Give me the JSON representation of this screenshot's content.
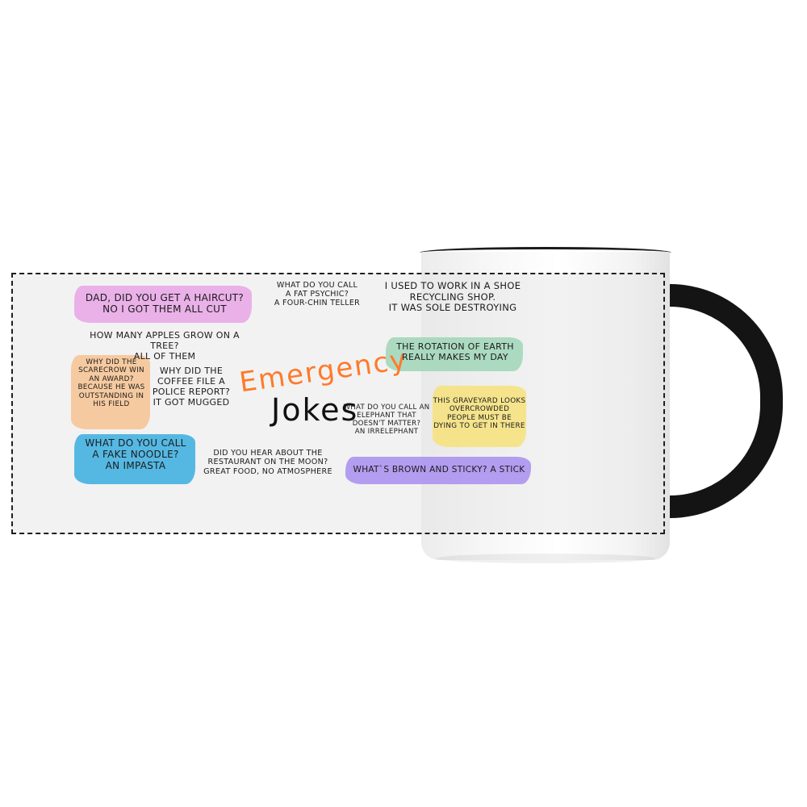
{
  "colors": {
    "pink": "#e9a6e6",
    "peach": "#f7c392",
    "blue": "#39aee0",
    "green": "#9fd6b7",
    "yellow": "#f6e27a",
    "purple": "#a88ef0",
    "title_orange": "#ff7a2a",
    "handle": "#141414"
  },
  "design": {
    "title_line1": "Emergency",
    "title_line2": "Jokes",
    "jokes": {
      "haircut": "DAD, DID YOU GET A HAIRCUT?\nNO I GOT THEM ALL CUT",
      "psychic": "WHAT DO YOU CALL\nA FAT PSYCHIC?\nA FOUR-CHIN TELLER",
      "shoe": "I USED TO WORK IN A SHOE\nRECYCLING SHOP.\nIT WAS SOLE DESTROYING",
      "apples": "HOW MANY APPLES GROW ON A TREE?\nALL OF THEM",
      "earth": "THE ROTATION OF EARTH\nREALLY MAKES MY DAY",
      "scarecrow": "WHY DID THE\nSCARECROW WIN\nAN AWARD?\nBECAUSE HE WAS\nOUTSTANDING IN\nHIS FIELD",
      "coffee": "WHY DID THE\nCOFFEE FILE A\nPOLICE REPORT?\nIT GOT MUGGED",
      "elephant": "WHAT DO YOU CALL AN\nELEPHANT THAT\nDOESN'T MATTER?\nAN IRRELEPHANT",
      "graveyard": "THIS GRAVEYARD LOOKS\nOVERCROWDED\nPEOPLE MUST BE\nDYING TO GET IN THERE",
      "noodle": "WHAT DO YOU CALL\nA FAKE NOODLE?\nAN IMPASTA",
      "moon": "DID YOU HEAR ABOUT THE\nRESTAURANT ON THE MOON?\nGREAT FOOD, NO ATMOSPHERE",
      "stick": "WHAT`S BROWN AND STICKY? A STICK"
    }
  }
}
